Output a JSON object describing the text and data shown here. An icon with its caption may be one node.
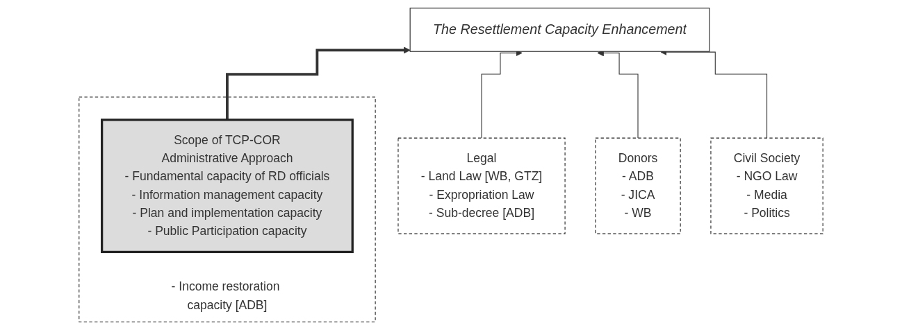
{
  "diagram": {
    "nodes": [
      {
        "text": [
          "The Resettlement Capacity Enhancement"
        ]
      },
      {
        "text": [
          "- Income restoration capacity [ADB]"
        ]
      },
      {
        "text": [
          "Scope of TCP-COR",
          "Administrative Approach",
          "- Fundamental capacity of RD officials",
          "- Information management capacity",
          "- Plan and implementation capacity",
          "- Public Participation capacity"
        ],
        "in": 1
      },
      {
        "text": [
          "Legal",
          "- Land Law [WB, GTZ]",
          "- Expropriation Law",
          "- Sub-decree [ADB]"
        ]
      },
      {
        "text": [
          "Donors",
          "- ADB",
          "- JICA",
          "- WB"
        ]
      },
      {
        "text": [
          "Civil Society",
          "- NGO Law",
          "- Media",
          "- Politics"
        ]
      }
    ],
    "edges": [
      {
        "from": 2,
        "to": 0,
        "arrow": "to",
        "style": "thick"
      },
      {
        "from": 3,
        "to": 0,
        "arrow": "to"
      },
      {
        "from": 4,
        "to": 0,
        "arrow": "to"
      },
      {
        "from": 5,
        "to": 0,
        "arrow": "to"
      }
    ]
  }
}
